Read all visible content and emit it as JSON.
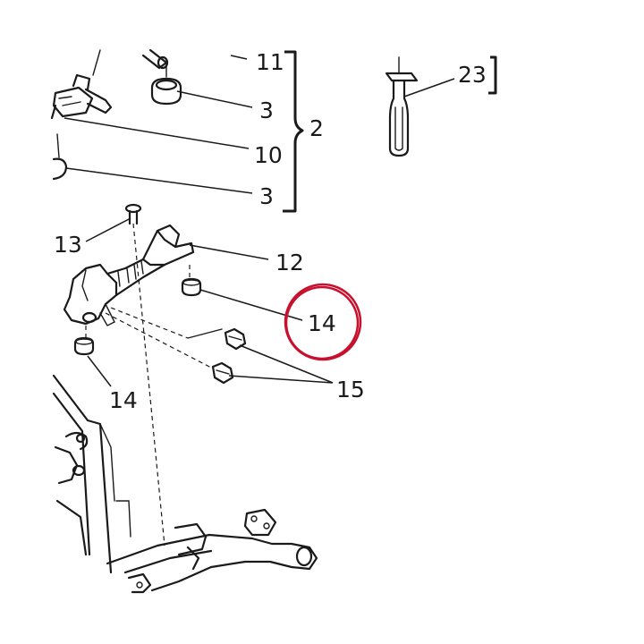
{
  "callouts": {
    "c11": "11",
    "c3a": "3",
    "c2": "2",
    "c10": "10",
    "c3b": "3",
    "c23": "23",
    "c13": "13",
    "c12": "12",
    "c14a": "14",
    "c14b": "14",
    "c15": "15"
  },
  "highlight": {
    "callout": "14",
    "color": "#c8102e"
  }
}
